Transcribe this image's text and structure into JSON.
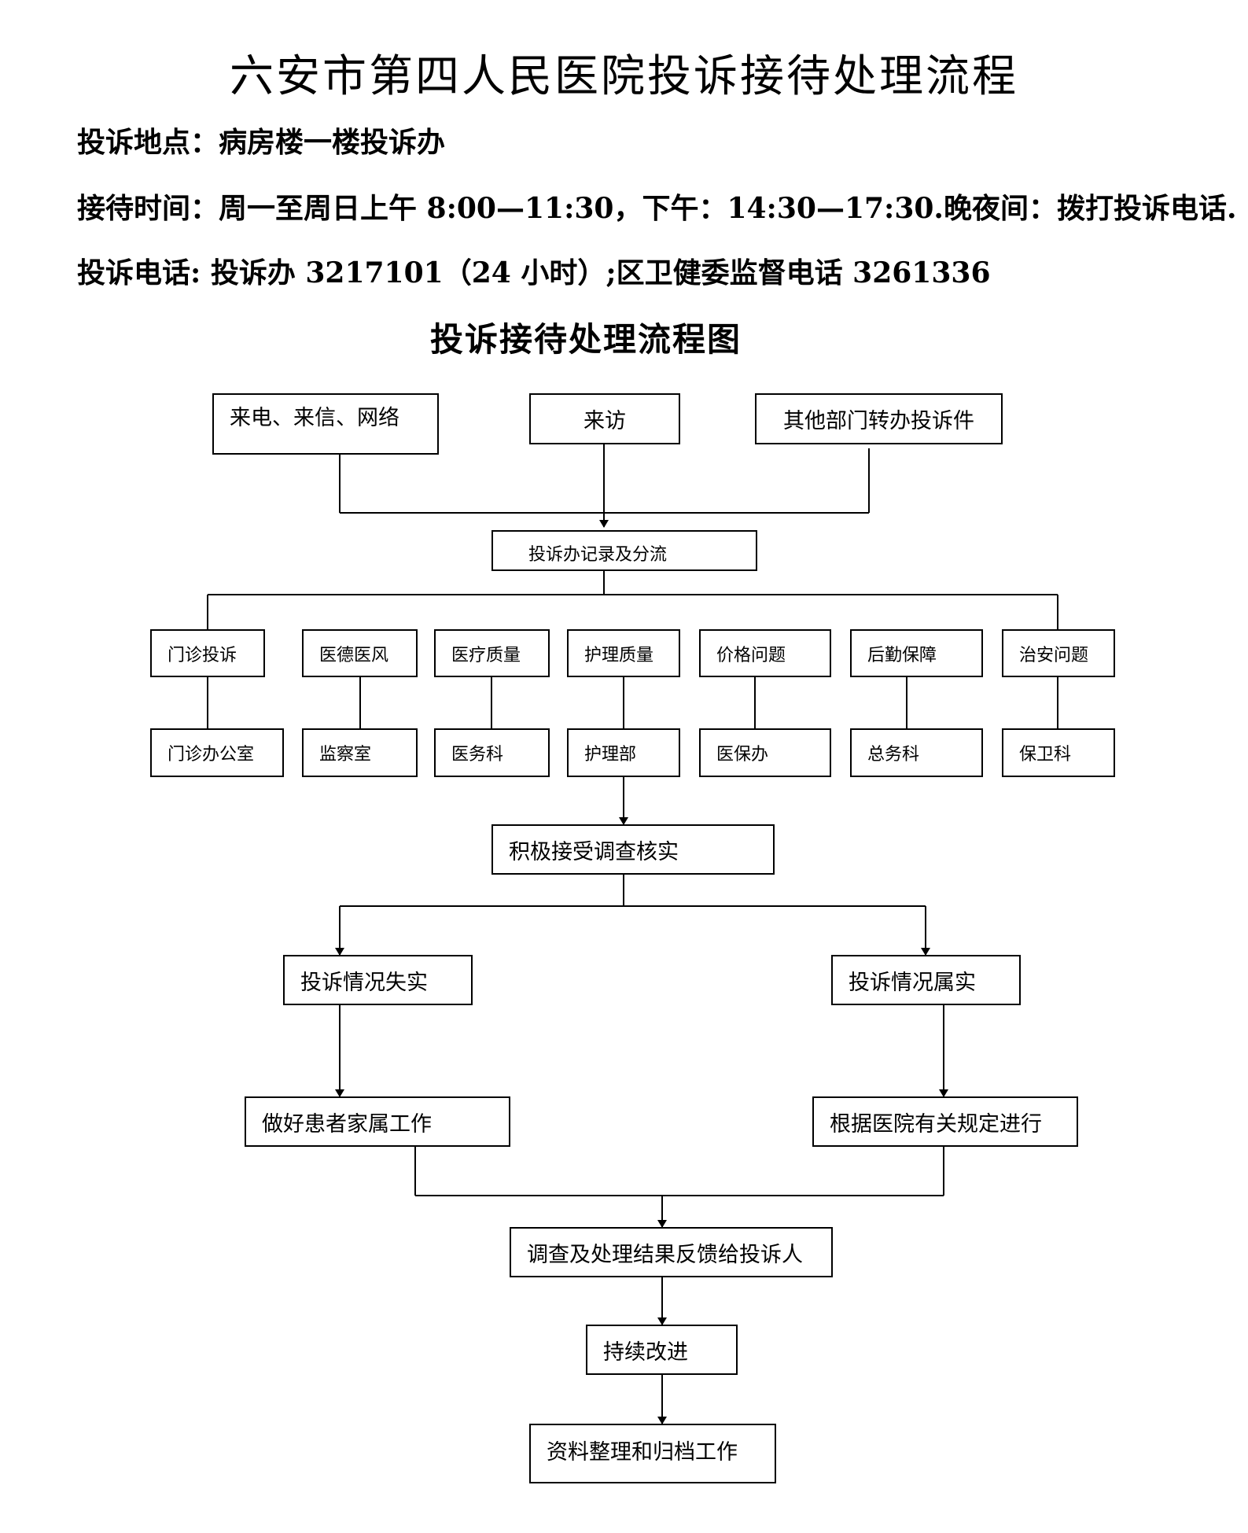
{
  "title": "六安市第四人民医院投诉接待处理流程",
  "info": {
    "location": "投诉地点：病房楼一楼投诉办",
    "hours": "接待时间：周一至周日上午 8:00—11:30，下午：14:30—17:30.晚夜间：拨打投诉电话.",
    "phone": "投诉电话: 投诉办  3217101（24 小时）;区卫健委监督电话 3261336"
  },
  "flowchart": {
    "title": "投诉接待处理流程图",
    "sources": [
      "来电、来信、网络",
      "来访",
      "其他部门转办投诉件"
    ],
    "record": "投诉办记录及分流",
    "categories": [
      "门诊投诉",
      "医德医风",
      "医疗质量",
      "护理质量",
      "价格问题",
      "后勤保障",
      "治安问题"
    ],
    "departments": [
      "门诊办公室",
      "监察室",
      "医务科",
      "护理部",
      "医保办",
      "总务科",
      "保卫科"
    ],
    "investigate": "积极接受调查核实",
    "branches": {
      "false_case": "投诉情况失实",
      "true_case": "投诉情况属实",
      "false_action": "做好患者家属工作",
      "true_action": "根据医院有关规定进行"
    },
    "feedback": "调查及处理结果反馈给投诉人",
    "improve": "持续改进",
    "archive": "资料整理和归档工作"
  }
}
